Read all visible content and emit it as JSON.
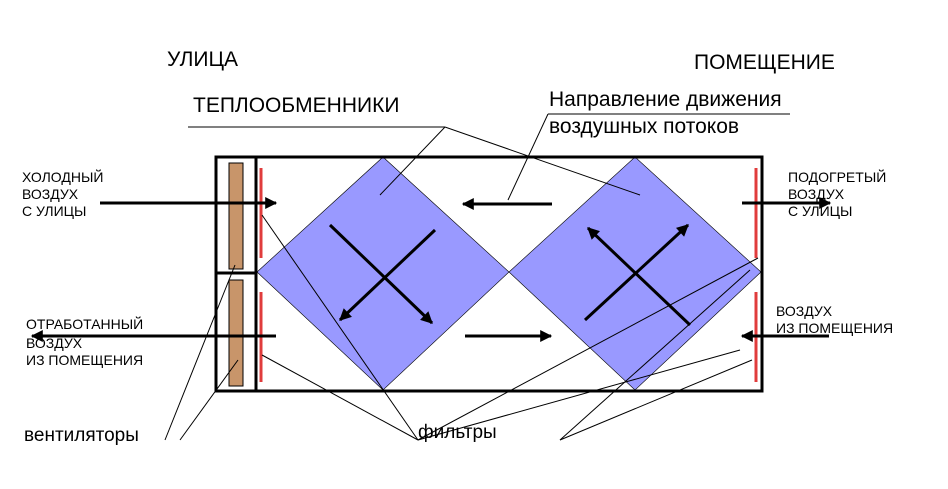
{
  "labels": {
    "street": "УЛИЦА",
    "room": "ПОМЕЩЕНИЕ",
    "heat_exchangers": "ТЕПЛООБМЕННИКИ",
    "flow_direction_line1": "Направление движения",
    "flow_direction_line2": "воздушных потоков",
    "cold_air": [
      "ХОЛОДНЫЙ",
      "ВОЗДУХ",
      "С УЛИЦЫ"
    ],
    "exhaust_air": [
      "ОТРАБОТАННЫЙ",
      "ВОЗДУХ",
      "ИЗ ПОМЕЩЕНИЯ"
    ],
    "heated_air": [
      "ПОДОГРЕТЫЙ",
      "ВОЗДУХ",
      "С УЛИЦЫ"
    ],
    "room_air": [
      "ВОЗДУХ",
      "ИЗ ПОМЕЩЕНИЯ"
    ],
    "fans": "вентиляторы",
    "filters": "фильтры"
  },
  "colors": {
    "exchanger_fill": "#9999ff",
    "fan_fill": "#c8956a",
    "filter_color": "#e03c3c",
    "stroke": "#000000"
  }
}
